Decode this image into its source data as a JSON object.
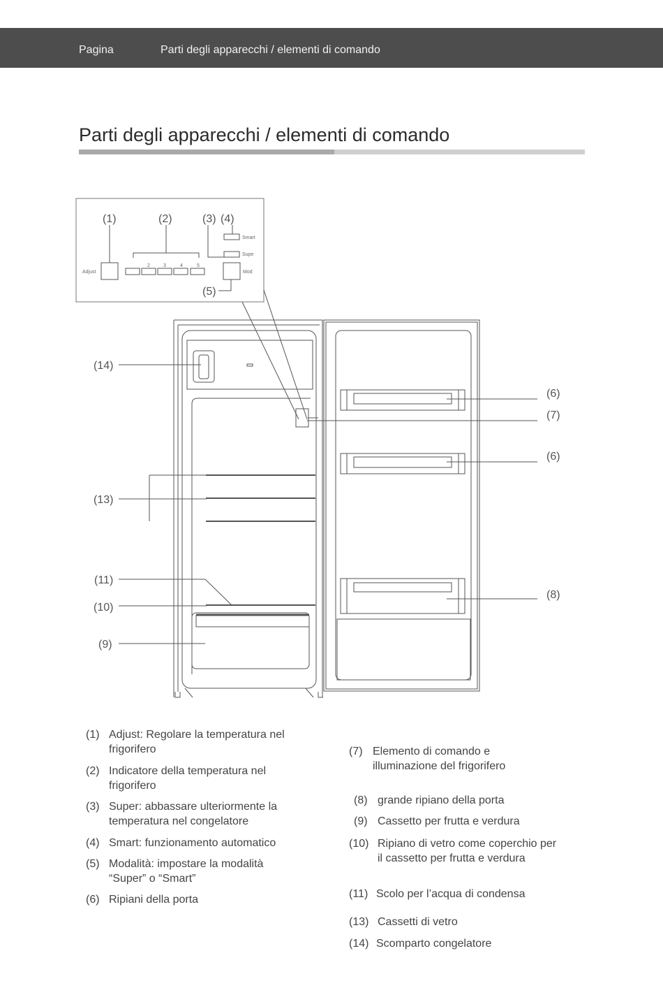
{
  "header": {
    "page_label": "Pagina",
    "section": "Parti degli apparecchi / elementi di comando"
  },
  "title": "Parti degli apparecchi / elementi di comando",
  "panel": {
    "callouts": {
      "c1": "(1)",
      "c2": "(2)",
      "c3": "(3)",
      "c4": "(4)",
      "c5": "(5)"
    },
    "labels": {
      "adjust": "Adjust",
      "smart": "Smart",
      "super": "Supe",
      "mode": "Mod"
    },
    "indicator_numbers": [
      "2",
      "3",
      "4",
      "5"
    ]
  },
  "fridge_callouts": {
    "c14": "(14)",
    "c13": "(13)",
    "c11": "(11)",
    "c10": "(10)",
    "c9": "(9)",
    "c6a": "(6)",
    "c7": "(7)",
    "c6b": "(6)",
    "c8": "(8)"
  },
  "legend_left": [
    {
      "num": "(1)",
      "text": "Adjust: Regolare la temperatura nel frigorifero"
    },
    {
      "num": "(2)",
      "text": "Indicatore della temperatura nel frigorifero"
    },
    {
      "num": "(3)",
      "text": "Super: abbassare ulteriormente la temperatura nel congelatore"
    },
    {
      "num": "(4)",
      "text": "Smart: funzionamento automatico"
    },
    {
      "num": "(5)",
      "text": "Modalità: impostare la modalità “Super” o “Smart”"
    },
    {
      "num": "(6)",
      "text": "Ripiani della porta"
    }
  ],
  "legend_right": [
    {
      "num": "(7)",
      "text": "Elemento di comando e illuminazione del frigorifero"
    },
    {
      "num": "(8)",
      "text": "grande ripiano della porta"
    },
    {
      "num": "(9)",
      "text": "Cassetto per frutta e verdura"
    },
    {
      "num": "(10)",
      "text": "Ripiano di vetro come coperchio per il cassetto per frutta e verdura"
    },
    {
      "num": "(11)",
      "text": "Scolo per l’acqua di condensa"
    },
    {
      "num": "(13)",
      "text": "Cassetti di vetro"
    },
    {
      "num": "(14)",
      "text": "Scomparto congelatore"
    }
  ]
}
